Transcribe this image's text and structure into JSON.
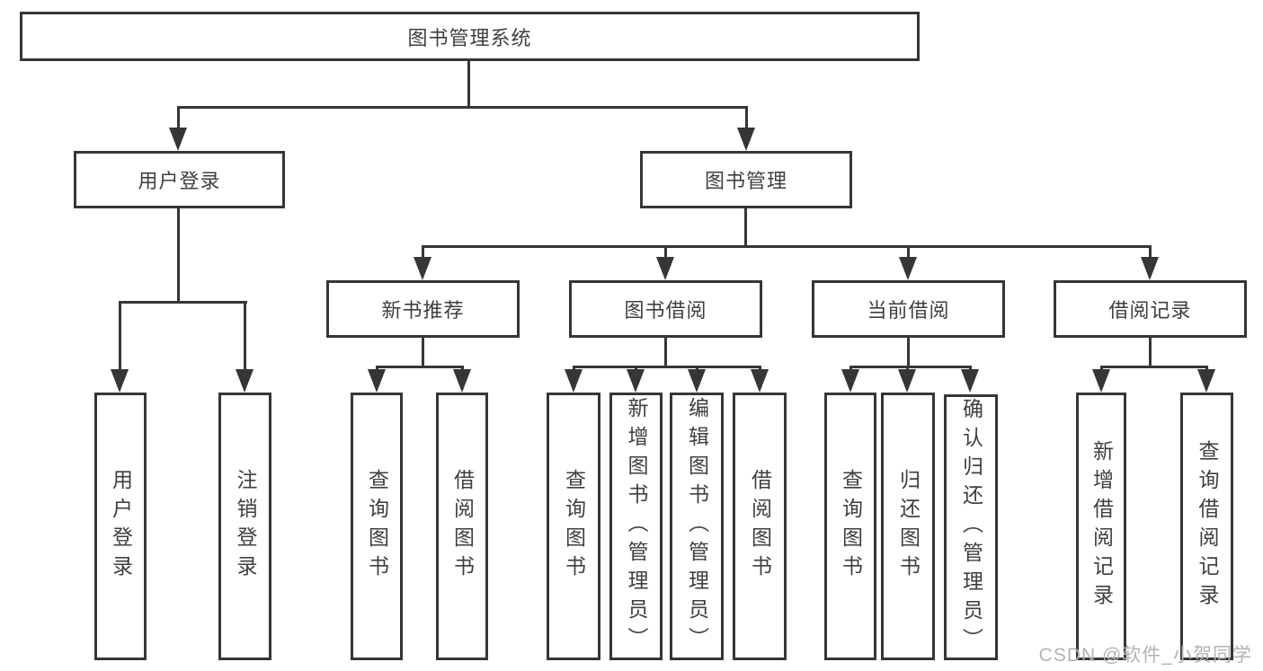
{
  "diagram": {
    "title": "图书管理系统",
    "watermark": "CSDN @软件_小贺同学",
    "colors": {
      "line": "#363636",
      "text": "#3f3f3f",
      "background": "#ffffff",
      "watermark": "#b3b3b3"
    },
    "nodes": {
      "root": {
        "label": "图书管理系统"
      },
      "user_login": {
        "label": "用户登录"
      },
      "book_mgmt": {
        "label": "图书管理"
      },
      "new_book_rec": {
        "label": "新书推荐"
      },
      "book_borrow": {
        "label": "图书借阅"
      },
      "current_borrow": {
        "label": "当前借阅"
      },
      "borrow_records": {
        "label": "借阅记录"
      },
      "user_login_action": {
        "label": "用户登录"
      },
      "logout_action": {
        "label": "注销登录"
      },
      "query_books_rec": {
        "label": "查询图书"
      },
      "borrow_books_rec": {
        "label": "借阅图书"
      },
      "query_books_borrow": {
        "label": "查询图书"
      },
      "add_books_admin": {
        "label": "新增图书（管理员）"
      },
      "edit_books_admin": {
        "label": "编辑图书（管理员）"
      },
      "borrow_books_borrow": {
        "label": "借阅图书"
      },
      "query_books_current": {
        "label": "查询图书"
      },
      "return_books": {
        "label": "归还图书"
      },
      "confirm_return_admin": {
        "label": "确认归还（管理员）"
      },
      "add_borrow_record": {
        "label": "新增借阅记录"
      },
      "query_borrow_record": {
        "label": "查询借阅记录"
      }
    },
    "edges": [
      [
        "root",
        "user_login"
      ],
      [
        "root",
        "book_mgmt"
      ],
      [
        "user_login",
        "user_login_action"
      ],
      [
        "user_login",
        "logout_action"
      ],
      [
        "book_mgmt",
        "new_book_rec"
      ],
      [
        "book_mgmt",
        "book_borrow"
      ],
      [
        "book_mgmt",
        "current_borrow"
      ],
      [
        "book_mgmt",
        "borrow_records"
      ],
      [
        "new_book_rec",
        "query_books_rec"
      ],
      [
        "new_book_rec",
        "borrow_books_rec"
      ],
      [
        "book_borrow",
        "query_books_borrow"
      ],
      [
        "book_borrow",
        "add_books_admin"
      ],
      [
        "book_borrow",
        "edit_books_admin"
      ],
      [
        "book_borrow",
        "borrow_books_borrow"
      ],
      [
        "current_borrow",
        "query_books_current"
      ],
      [
        "current_borrow",
        "return_books"
      ],
      [
        "current_borrow",
        "confirm_return_admin"
      ],
      [
        "borrow_records",
        "add_borrow_record"
      ],
      [
        "borrow_records",
        "query_borrow_record"
      ]
    ]
  }
}
